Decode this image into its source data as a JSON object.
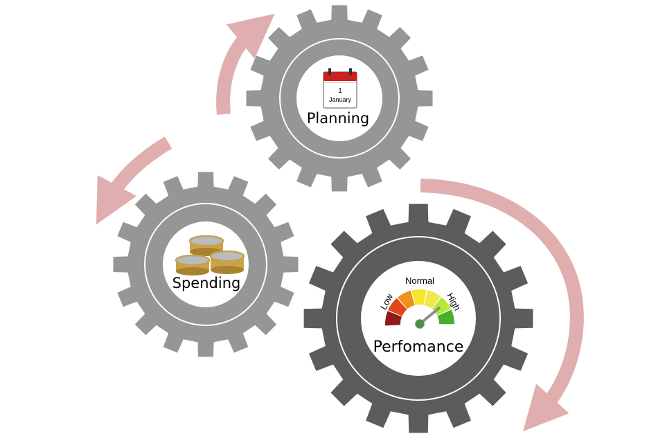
{
  "colors": {
    "background": "#ffffff",
    "gear_light": "#969696",
    "gear_dark": "#5c5c5c",
    "hub": "#ffffff",
    "arrow": "#e0aeae",
    "calendar_header": "#cc1f1f",
    "coin_gold": "#c9a24a",
    "coin_silver": "#b8bcc0",
    "gauge_segments": [
      "#8f1b1b",
      "#e3451f",
      "#f08f1d",
      "#f6e62c",
      "#f0e84a",
      "#b6e83a",
      "#4aae2a"
    ],
    "needle": "#8d8d8d",
    "needle_hub": "#3a9a3a"
  },
  "stages": {
    "planning": {
      "label": "Planning",
      "icon": "calendar-icon",
      "calendar_day": "1",
      "calendar_month": "January"
    },
    "spending": {
      "label": "Spending",
      "icon": "coins-icon"
    },
    "performance": {
      "label": "Perfomance",
      "icon": "gauge-icon",
      "gauge": {
        "low_label": "Low",
        "normal_label": "Normal",
        "high_label": "High"
      }
    }
  },
  "cycle": [
    "Planning",
    "Spending",
    "Perfomance"
  ]
}
